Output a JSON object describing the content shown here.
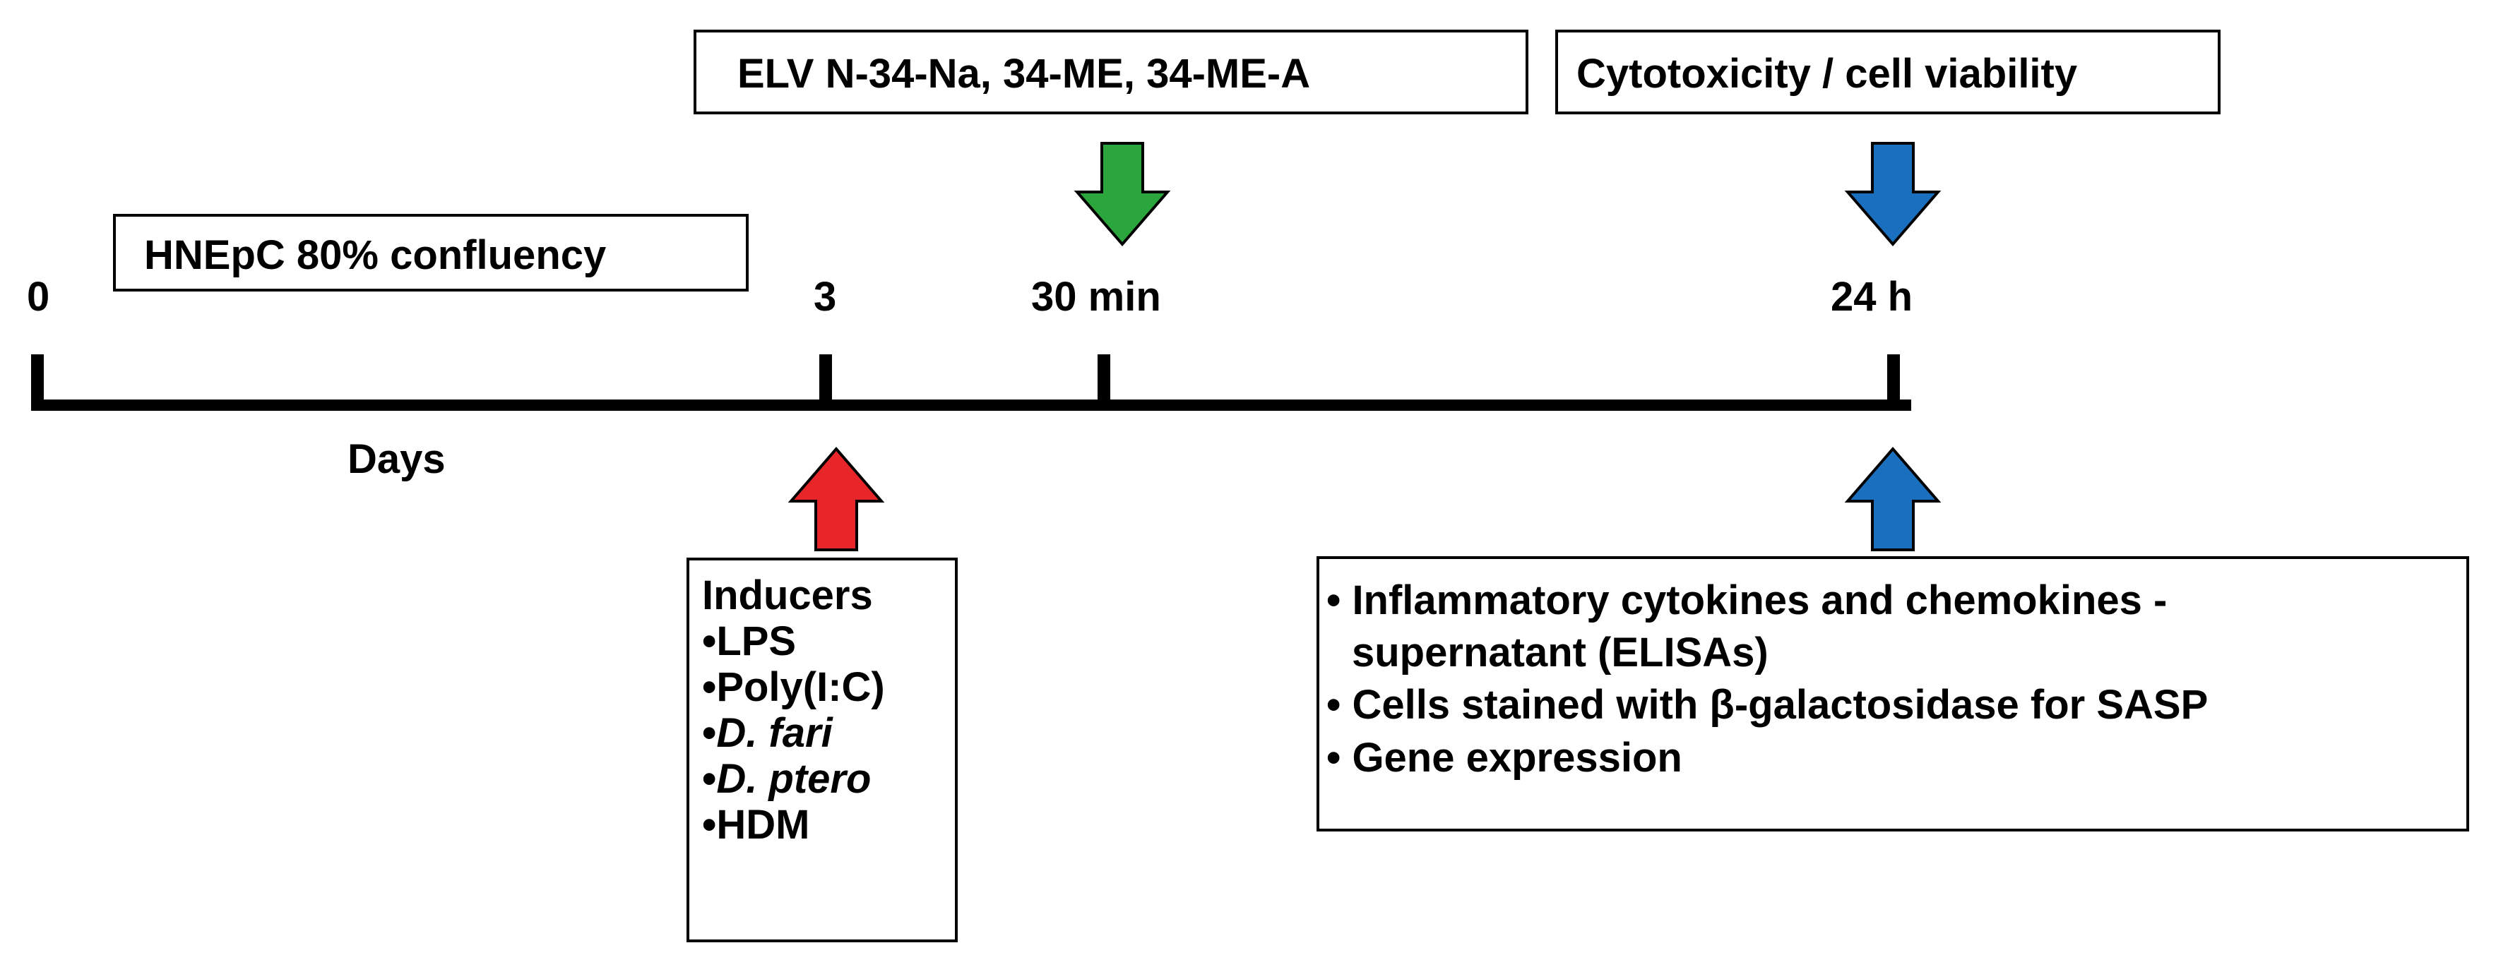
{
  "boxes": {
    "treatment": "ELV N-34-Na, 34-ME, 34-ME-A",
    "viability": "Cytotoxicity / cell viability",
    "confluency": "HNEpC 80% confluency"
  },
  "timeline": {
    "tick_day0": "0",
    "tick_day3": "3",
    "tick_30min": "30 min",
    "tick_24h": "24 h",
    "axis_label": "Days"
  },
  "inducers": {
    "title": "Inducers",
    "items": [
      {
        "bullet": "•",
        "text": "LPS"
      },
      {
        "bullet": "•",
        "text": "Poly(I:C)"
      },
      {
        "bullet": "•",
        "text": "D. fari"
      },
      {
        "bullet": "•",
        "text": "D. ptero"
      },
      {
        "bullet": "•",
        "text": "HDM"
      }
    ]
  },
  "outcomes": {
    "items": [
      {
        "bullet": "•",
        "text": "Inflammatory cytokines and chemokines -"
      },
      {
        "bullet": "",
        "text": "supernatant (ELISAs)"
      },
      {
        "bullet": "•",
        "text": "Cells stained with β-galactosidase for SASP"
      },
      {
        "bullet": "•",
        "text": "Gene expression"
      }
    ]
  },
  "colors": {
    "inducer_arrow": "#e8262a",
    "treatment_arrow": "#2aa63c",
    "readout_arrow": "#1a6fbf"
  }
}
